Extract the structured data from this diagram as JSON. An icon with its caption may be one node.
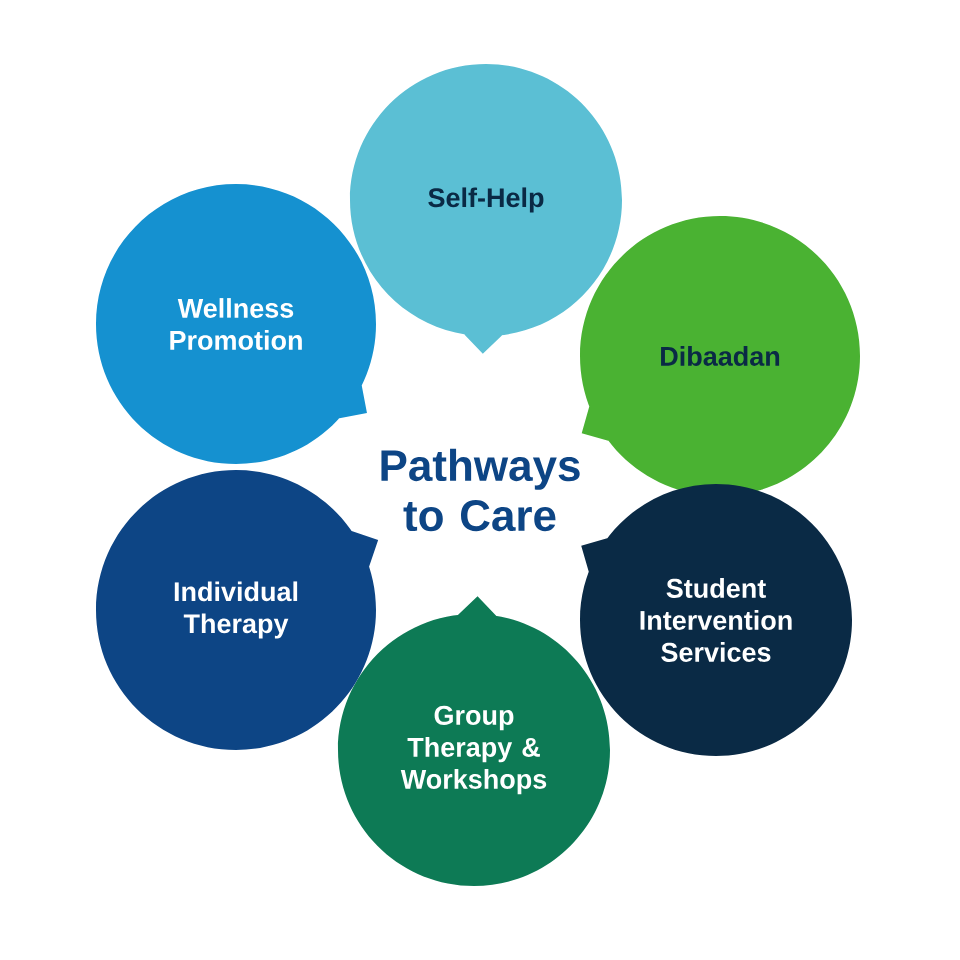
{
  "diagram": {
    "title": "Pathways to Care",
    "nodes": [
      {
        "text": [
          "Self-Help"
        ]
      },
      {
        "text": [
          "Dibaadan"
        ]
      },
      {
        "text": [
          "Student Intervention Services"
        ]
      },
      {
        "text": [
          "Group Therapy & Workshops"
        ]
      },
      {
        "text": [
          "Individual Therapy"
        ]
      },
      {
        "text": [
          "Wellness Promotion"
        ]
      }
    ]
  }
}
